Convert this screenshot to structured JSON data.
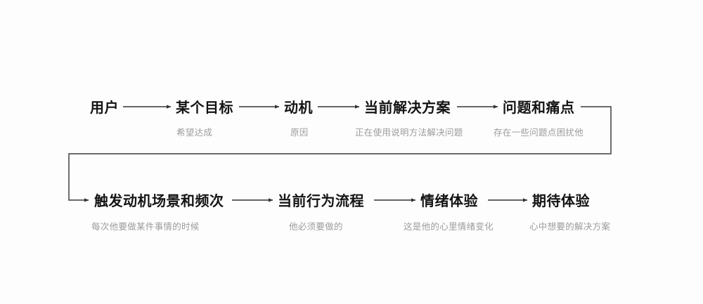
{
  "diagram": {
    "background_color": "#fdfdfd",
    "label_color": "#141414",
    "sublabel_color": "#9c9c9c",
    "connector_color": "#4d4d4d",
    "rows": [
      {
        "name": "row-1",
        "nodes": [
          {
            "label": "用户",
            "sublabel": ""
          },
          {
            "label": "某个目标",
            "sublabel": "希望达成"
          },
          {
            "label": "动机",
            "sublabel": "原因"
          },
          {
            "label": "当前解决方案",
            "sublabel": "正在使用说明方法解决问题"
          },
          {
            "label": "问题和痛点",
            "sublabel": "存在一些问题点困扰他"
          }
        ]
      },
      {
        "name": "row-2",
        "nodes": [
          {
            "label": "触发动机场景和频次",
            "sublabel": "每次他要做某件事情的时候"
          },
          {
            "label": "当前行为流程",
            "sublabel": "他必须要做的"
          },
          {
            "label": "情绪体验",
            "sublabel": "这是他的心里情绪变化"
          },
          {
            "label": "期待体验",
            "sublabel": "心中想要的解决方案"
          }
        ]
      }
    ]
  }
}
